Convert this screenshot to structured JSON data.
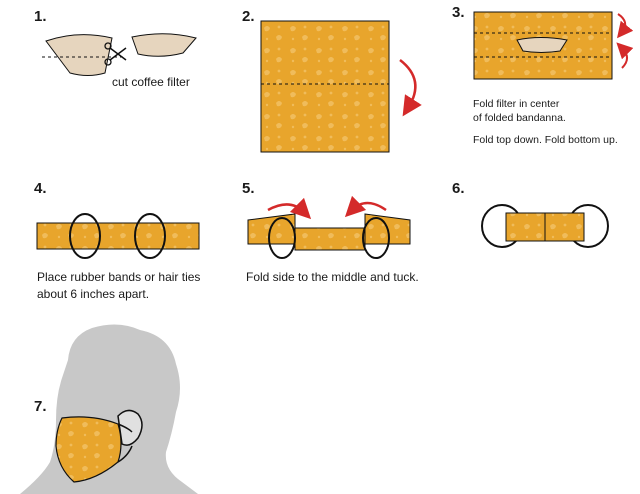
{
  "steps": [
    {
      "number": "1.",
      "captions": [
        "cut coffee filter"
      ]
    },
    {
      "number": "2.",
      "captions": []
    },
    {
      "number": "3.",
      "captions": [
        "Fold filter in center",
        "of folded bandanna.",
        "Fold top down. Fold bottom up."
      ]
    },
    {
      "number": "4.",
      "captions": [
        "Place rubber bands or hair ties",
        "about 6 inches apart."
      ]
    },
    {
      "number": "5.",
      "captions": [
        "Fold side to the middle and tuck."
      ]
    },
    {
      "number": "6.",
      "captions": []
    },
    {
      "number": "7.",
      "captions": []
    }
  ],
  "colors": {
    "bandanna": "#e8a52c",
    "bandanna_pattern": "#f3c267",
    "filter": "#e6d5be",
    "arrow": "#d42a2a",
    "silhouette": "#c8c8c8",
    "outline": "#111111"
  },
  "icons": [
    "scissors-icon",
    "red-fold-arrow"
  ]
}
